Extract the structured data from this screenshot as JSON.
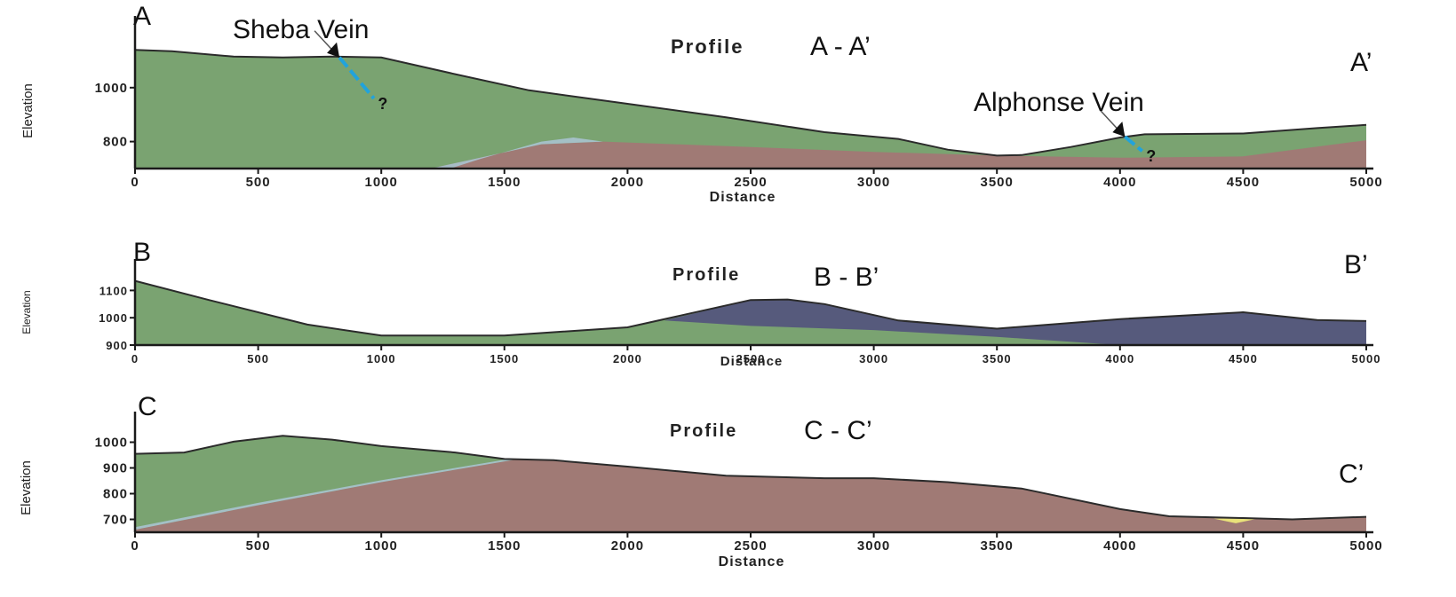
{
  "colors": {
    "host": "#7aa371",
    "intrusive": "#a07a75",
    "dark_unit": "#565a7c",
    "band": "#a9c3cf",
    "vein": "#21a3dc",
    "yellow": "#e9e27a",
    "outline": "#2b2b2b",
    "axis": "#1a1a1a"
  },
  "profiles": [
    {
      "id": "a",
      "corner_start": "A",
      "corner_end": "A’",
      "profile_word": "Profile",
      "profile_label": "A - A’",
      "xlabel": "Distance",
      "ylabel": "Elevation",
      "xlim": [
        0,
        5000
      ],
      "ylim": [
        700,
        1200
      ],
      "x_ticks": [
        "0",
        "500",
        "1000",
        "1500",
        "2000",
        "2500",
        "3000",
        "3500",
        "4000",
        "4500",
        "5000"
      ],
      "y_ticks": [
        {
          "v": 1000,
          "label": "1000"
        },
        {
          "v": 800,
          "label": "800"
        }
      ],
      "surface": [
        [
          0,
          1140
        ],
        [
          150,
          1135
        ],
        [
          400,
          1115
        ],
        [
          600,
          1112
        ],
        [
          800,
          1115
        ],
        [
          1000,
          1112
        ],
        [
          1300,
          1050
        ],
        [
          1600,
          990
        ],
        [
          2000,
          940
        ],
        [
          2400,
          890
        ],
        [
          2800,
          835
        ],
        [
          3100,
          810
        ],
        [
          3300,
          770
        ],
        [
          3500,
          748
        ],
        [
          3600,
          750
        ],
        [
          3800,
          780
        ],
        [
          4000,
          815
        ],
        [
          4100,
          827
        ],
        [
          4500,
          830
        ],
        [
          4800,
          850
        ],
        [
          5000,
          862
        ]
      ],
      "units": [
        {
          "kind": "intrusive",
          "points": [
            [
              1200,
              700
            ],
            [
              1650,
              790
            ],
            [
              1900,
              800
            ],
            [
              2500,
              780
            ],
            [
              3000,
              762
            ],
            [
              3500,
              748
            ],
            [
              4000,
              740
            ],
            [
              4500,
              745
            ],
            [
              5000,
              805
            ],
            [
              5000,
              700
            ]
          ]
        },
        {
          "kind": "band",
          "points": [
            [
              1200,
              700
            ],
            [
              1650,
              790
            ],
            [
              1900,
              800
            ],
            [
              1780,
              815
            ],
            [
              1650,
              800
            ],
            [
              1400,
              735
            ],
            [
              1280,
              700
            ]
          ]
        },
        {
          "kind": "intrusive",
          "points": [
            [
              4300,
              700
            ],
            [
              4600,
              720
            ],
            [
              5000,
              764
            ],
            [
              5000,
              700
            ]
          ]
        }
      ],
      "veins": [
        {
          "label": "Sheba Vein",
          "question": "?",
          "line": [
            [
              830,
              1112
            ],
            [
              970,
              960
            ]
          ]
        },
        {
          "label": "Alphonse Vein",
          "question": "?",
          "line": [
            [
              4020,
              818
            ],
            [
              4090,
              765
            ]
          ]
        }
      ]
    },
    {
      "id": "b",
      "corner_start": "B",
      "corner_end": "B’",
      "profile_word": "Profile",
      "profile_label": "B - B’",
      "xlabel": "Distance",
      "ylabel": "Elevation",
      "xlim": [
        0,
        5000
      ],
      "ylim": [
        900,
        1150
      ],
      "x_ticks": [
        "0",
        "500",
        "1000",
        "1500",
        "2000",
        "2500",
        "3000",
        "3500",
        "4000",
        "4500",
        "5000"
      ],
      "y_ticks": [
        {
          "v": 1100,
          "label": "1100"
        },
        {
          "v": 1000,
          "label": "1000"
        },
        {
          "v": 900,
          "label": "900"
        }
      ],
      "surface": [
        [
          0,
          1135
        ],
        [
          300,
          1065
        ],
        [
          700,
          975
        ],
        [
          1000,
          935
        ],
        [
          1500,
          935
        ],
        [
          2000,
          965
        ],
        [
          2500,
          1065
        ],
        [
          2650,
          1067
        ],
        [
          2800,
          1050
        ],
        [
          3100,
          990
        ],
        [
          3500,
          960
        ],
        [
          4000,
          995
        ],
        [
          4500,
          1020
        ],
        [
          4800,
          992
        ],
        [
          5000,
          988
        ]
      ],
      "units": [
        {
          "kind": "dark_unit",
          "points": [
            [
              2150,
              990
            ],
            [
              2500,
              1065
            ],
            [
              2650,
              1067
            ],
            [
              2800,
              1050
            ],
            [
              3100,
              990
            ],
            [
              3500,
              960
            ],
            [
              4000,
              995
            ],
            [
              4500,
              1020
            ],
            [
              4800,
              992
            ],
            [
              5000,
              988
            ],
            [
              5000,
              900
            ],
            [
              4000,
              900
            ],
            [
              3500,
              930
            ],
            [
              3000,
              955
            ],
            [
              2500,
              970
            ]
          ]
        }
      ],
      "veins": []
    },
    {
      "id": "c",
      "corner_start": "C",
      "corner_end": "C’",
      "profile_word": "Profile",
      "profile_label": "C - C’",
      "xlabel": "Distance",
      "ylabel": "Elevation",
      "xlim": [
        0,
        5000
      ],
      "ylim": [
        650,
        1050
      ],
      "x_ticks": [
        "0",
        "500",
        "1000",
        "1500",
        "2000",
        "2500",
        "3000",
        "3500",
        "4000",
        "4500",
        "5000"
      ],
      "y_ticks": [
        {
          "v": 1000,
          "label": "1000"
        },
        {
          "v": 900,
          "label": "900"
        },
        {
          "v": 800,
          "label": "800"
        },
        {
          "v": 700,
          "label": "700"
        }
      ],
      "surface": [
        [
          0,
          955
        ],
        [
          200,
          960
        ],
        [
          400,
          1002
        ],
        [
          600,
          1025
        ],
        [
          800,
          1010
        ],
        [
          1000,
          985
        ],
        [
          1300,
          960
        ],
        [
          1500,
          935
        ],
        [
          1700,
          930
        ],
        [
          2000,
          905
        ],
        [
          2400,
          870
        ],
        [
          2800,
          860
        ],
        [
          3000,
          860
        ],
        [
          3300,
          845
        ],
        [
          3600,
          820
        ],
        [
          4000,
          740
        ],
        [
          4200,
          712
        ],
        [
          4500,
          705
        ],
        [
          4700,
          700
        ],
        [
          5000,
          710
        ]
      ],
      "units": [
        {
          "kind": "intrusive",
          "points": [
            [
              0,
              660
            ],
            [
              500,
              755
            ],
            [
              1000,
              845
            ],
            [
              1560,
              935
            ],
            [
              1700,
              930
            ],
            [
              2000,
              905
            ],
            [
              2400,
              870
            ],
            [
              2800,
              860
            ],
            [
              3000,
              860
            ],
            [
              3300,
              845
            ],
            [
              3600,
              820
            ],
            [
              4000,
              740
            ],
            [
              4200,
              712
            ],
            [
              4500,
              705
            ],
            [
              4700,
              700
            ],
            [
              5000,
              710
            ],
            [
              5000,
              650
            ],
            [
              0,
              650
            ]
          ]
        },
        {
          "kind": "band",
          "points": [
            [
              0,
              660
            ],
            [
              500,
              755
            ],
            [
              1000,
              845
            ],
            [
              1560,
              935
            ],
            [
              1520,
              935
            ],
            [
              1000,
              852
            ],
            [
              500,
              764
            ],
            [
              0,
              670
            ]
          ]
        },
        {
          "kind": "yellow",
          "points": [
            [
              4380,
              703
            ],
            [
              4560,
              703
            ],
            [
              4470,
              685
            ]
          ]
        }
      ],
      "veins": []
    }
  ]
}
